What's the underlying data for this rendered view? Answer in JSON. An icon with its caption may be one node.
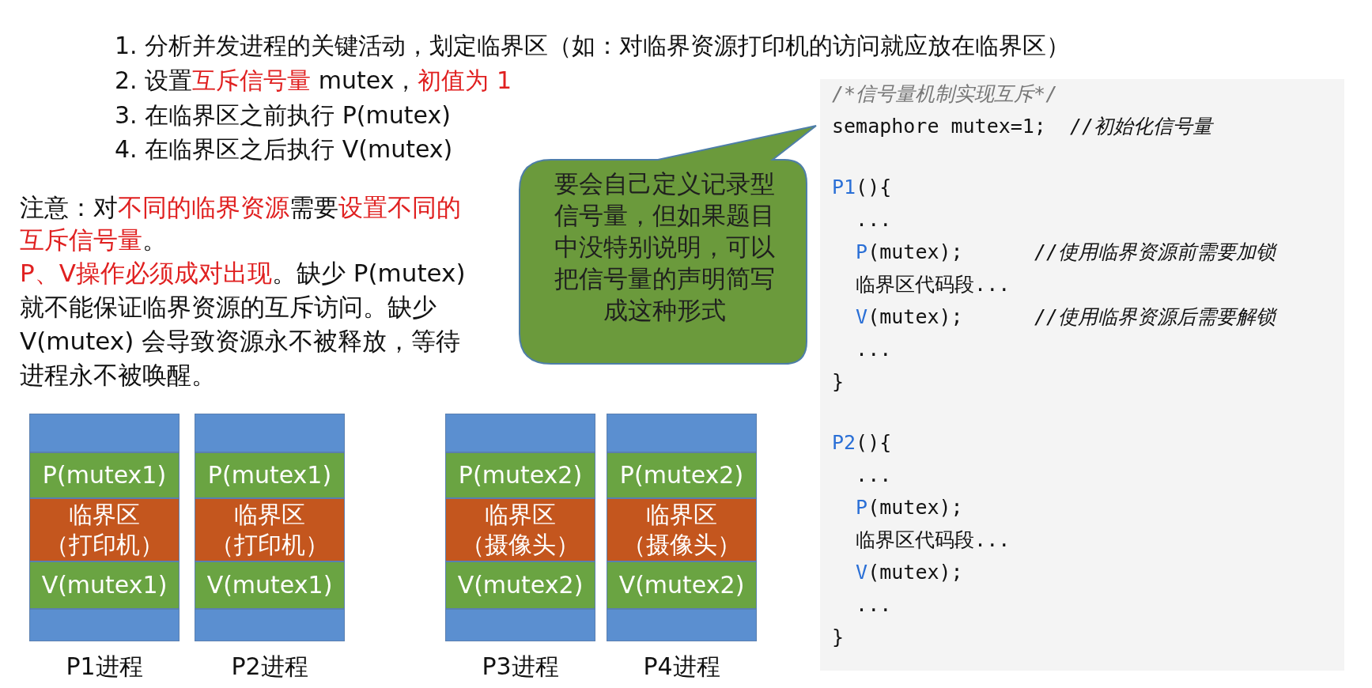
{
  "diagram": {
    "nodes": [
      {
        "text": [
          "要会自己定义记录型信号量，但如果题目中没特别说明，可以把信号量的声明简写成这种形式"
        ]
      },
      {
        "text": [
          "/*信号量机制实现互斥*/",
          "semaphore mutex=1;  *//初始化信号量*",
          "**P1**(){",
          "  ...",
          "  **P**(mutex);      *//使用临界资源前需要加锁*",
          "  临界区代码段...",
          "  **V**(mutex);      *//使用临界资源后需要解锁*",
          "  ...",
          "}",
          "**P2**(){",
          "  ...",
          "  **P**(mutex);",
          "  临界区代码段...",
          "  **V**(mutex);",
          "  ...",
          "}"
        ]
      },
      {
        "text": [
          "P1进程"
        ]
      },
      {
        "text": [],
        "shape": "bar",
        "in": 2
      },
      {
        "text": [
          "P(mutex1)"
        ],
        "in": 2
      },
      {
        "text": [
          "临界区",
          "（打印机）"
        ],
        "in": 2
      },
      {
        "text": [
          "V(mutex1)"
        ],
        "in": 2
      },
      {
        "text": [],
        "shape": "bar",
        "in": 2
      },
      {
        "text": [
          "P2进程"
        ]
      },
      {
        "text": [],
        "shape": "bar",
        "in": 8
      },
      {
        "text": [
          "P(mutex1)"
        ],
        "in": 8
      },
      {
        "text": [
          "临界区",
          "（打印机）"
        ],
        "in": 8
      },
      {
        "text": [
          "V(mutex1)"
        ],
        "in": 8
      },
      {
        "text": [],
        "shape": "bar",
        "in": 8
      },
      {
        "text": [
          "P3进程"
        ]
      },
      {
        "text": [],
        "shape": "bar",
        "in": 14
      },
      {
        "text": [
          "P(mutex2)"
        ],
        "in": 14
      },
      {
        "text": [
          "临界区",
          "（摄像头）"
        ],
        "in": 14
      },
      {
        "text": [
          "V(mutex2)"
        ],
        "in": 14
      },
      {
        "text": [],
        "shape": "bar",
        "in": 14
      },
      {
        "text": [
          "P4进程"
        ]
      },
      {
        "text": [],
        "shape": "bar",
        "in": 20
      },
      {
        "text": [
          "P(mutex2)"
        ],
        "in": 20
      },
      {
        "text": [
          "临界区",
          "（摄像头）"
        ],
        "in": 20
      },
      {
        "text": [
          "V(mutex2)"
        ],
        "in": 20
      },
      {
        "text": [],
        "shape": "bar",
        "in": 20
      }
    ],
    "labels": [
      "1.  分析并发进程的关键活动，划定临界区（如：对临界资源打印机的访问就应放在临界区）",
      "2.  设置**互斥信号量** mutex，**初值为 1**",
      "3.  在临界区之前执行 P(mutex)",
      "4.  在临界区之后执行 V(mutex)",
      "注意：对**不同的临界资源**需要**设置不同的互斥信号量**。",
      "**P、V操作必须成对出现**。缺少 P(mutex) 就不能保证临界资源的互斥访问。缺少 V(mutex) 会导致资源永不被释放，等待进程永不被唤醒。"
    ]
  }
}
